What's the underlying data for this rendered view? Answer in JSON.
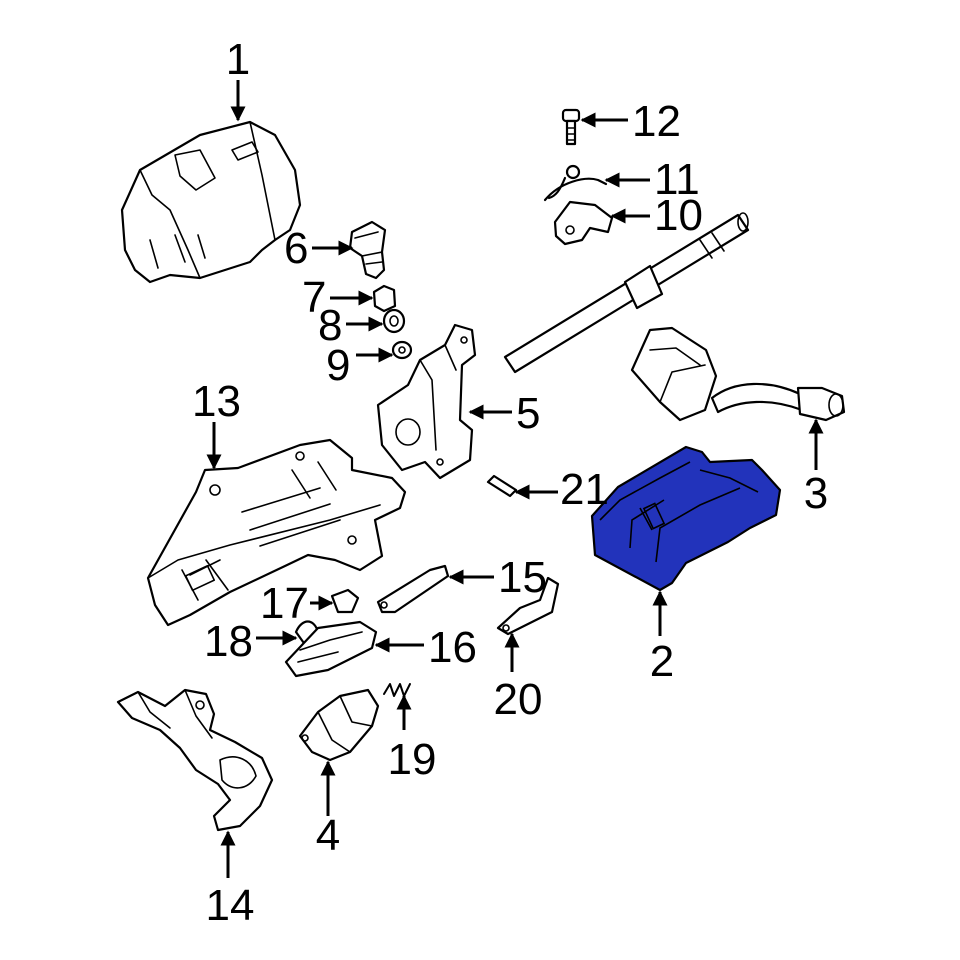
{
  "colors": {
    "highlight": "#2233bb",
    "line": "#000000",
    "background": "#ffffff"
  },
  "callouts": {
    "c1": "1",
    "c2": "2",
    "c3": "3",
    "c4": "4",
    "c5": "5",
    "c6": "6",
    "c7": "7",
    "c8": "8",
    "c9": "9",
    "c10": "10",
    "c11": "11",
    "c12": "12",
    "c13": "13",
    "c14": "14",
    "c15": "15",
    "c16": "16",
    "c17": "17",
    "c18": "18",
    "c19": "19",
    "c20": "20",
    "c21": "21"
  },
  "highlighted_part": "2"
}
